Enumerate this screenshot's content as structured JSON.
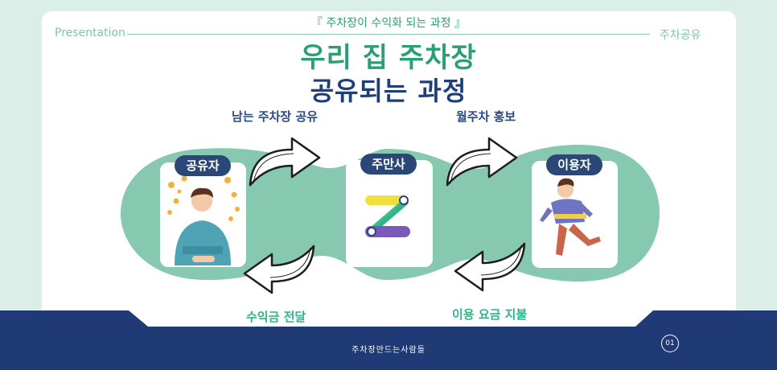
{
  "header": {
    "top_title": "『 주차장이 수익화 되는 과정 』",
    "left": "Presentation",
    "right": "주차공유"
  },
  "title": {
    "line1": "우리 집 주차장",
    "line2": "공유되는 과정"
  },
  "flow": {
    "top_left_label": "남는 주차장 공유",
    "top_right_label": "월주차 홍보",
    "bottom_left_label": "수익금 전달",
    "bottom_right_label": "이용 요금 지불"
  },
  "nodes": [
    {
      "label": "공유자"
    },
    {
      "label": "주만사"
    },
    {
      "label": "이용자"
    }
  ],
  "footer": {
    "text": "주차장만드는사람들",
    "page": "01"
  },
  "colors": {
    "green": "#2a9e74",
    "navy": "#1f3f78",
    "ribbon": "#86c8b0",
    "footer": "#1f3a75"
  }
}
